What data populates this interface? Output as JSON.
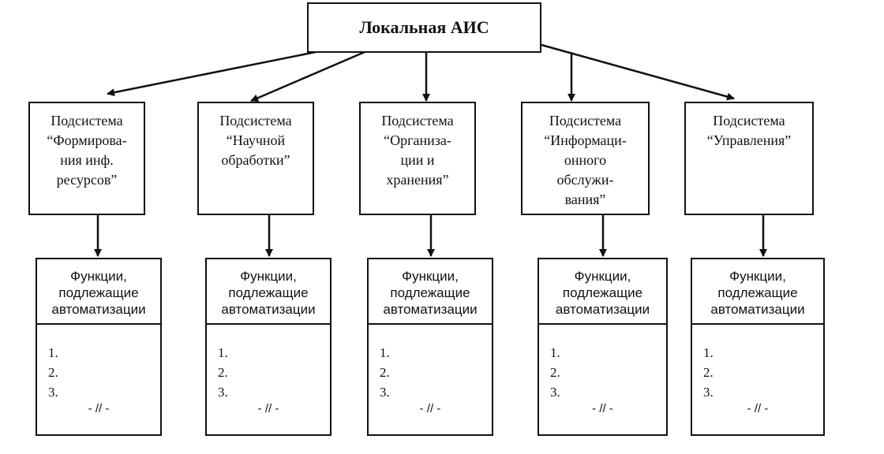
{
  "root": {
    "label": "Локальная АИС"
  },
  "subsystems": [
    {
      "lines": [
        "Подсистема",
        "“Формирова-",
        "ния инф.",
        "ресурсов”"
      ],
      "functions": {
        "head": [
          "Функции,",
          "подлежащие",
          "автоматизации"
        ],
        "items": [
          "1.",
          "2.",
          "3."
        ],
        "continuation": "- // -"
      }
    },
    {
      "lines": [
        "Подсистема",
        "“Научной",
        "обработки”"
      ],
      "functions": {
        "head": [
          "Функции,",
          "подлежащие",
          "автоматизации"
        ],
        "items": [
          "1.",
          "2.",
          "3."
        ],
        "continuation": "- // -"
      }
    },
    {
      "lines": [
        "Подсистема",
        "“Организа-",
        "ции и",
        "хранения”"
      ],
      "functions": {
        "head": [
          "Функции,",
          "подлежащие",
          "автоматизации"
        ],
        "items": [
          "1.",
          "2.",
          "3."
        ],
        "continuation": "- // -"
      }
    },
    {
      "lines": [
        "Подсистема",
        "“Информаци-",
        "онного",
        "обслужи-",
        "вания”"
      ],
      "functions": {
        "head": [
          "Функции,",
          "подлежащие",
          "автоматизации"
        ],
        "items": [
          "1.",
          "2.",
          "3."
        ],
        "continuation": "- // -"
      }
    },
    {
      "lines": [
        "Подсистема",
        "“Управления”"
      ],
      "functions": {
        "head": [
          "Функции,",
          "подлежащие",
          "автоматизации"
        ],
        "items": [
          "1.",
          "2.",
          "3."
        ],
        "continuation": "- // -"
      }
    }
  ]
}
